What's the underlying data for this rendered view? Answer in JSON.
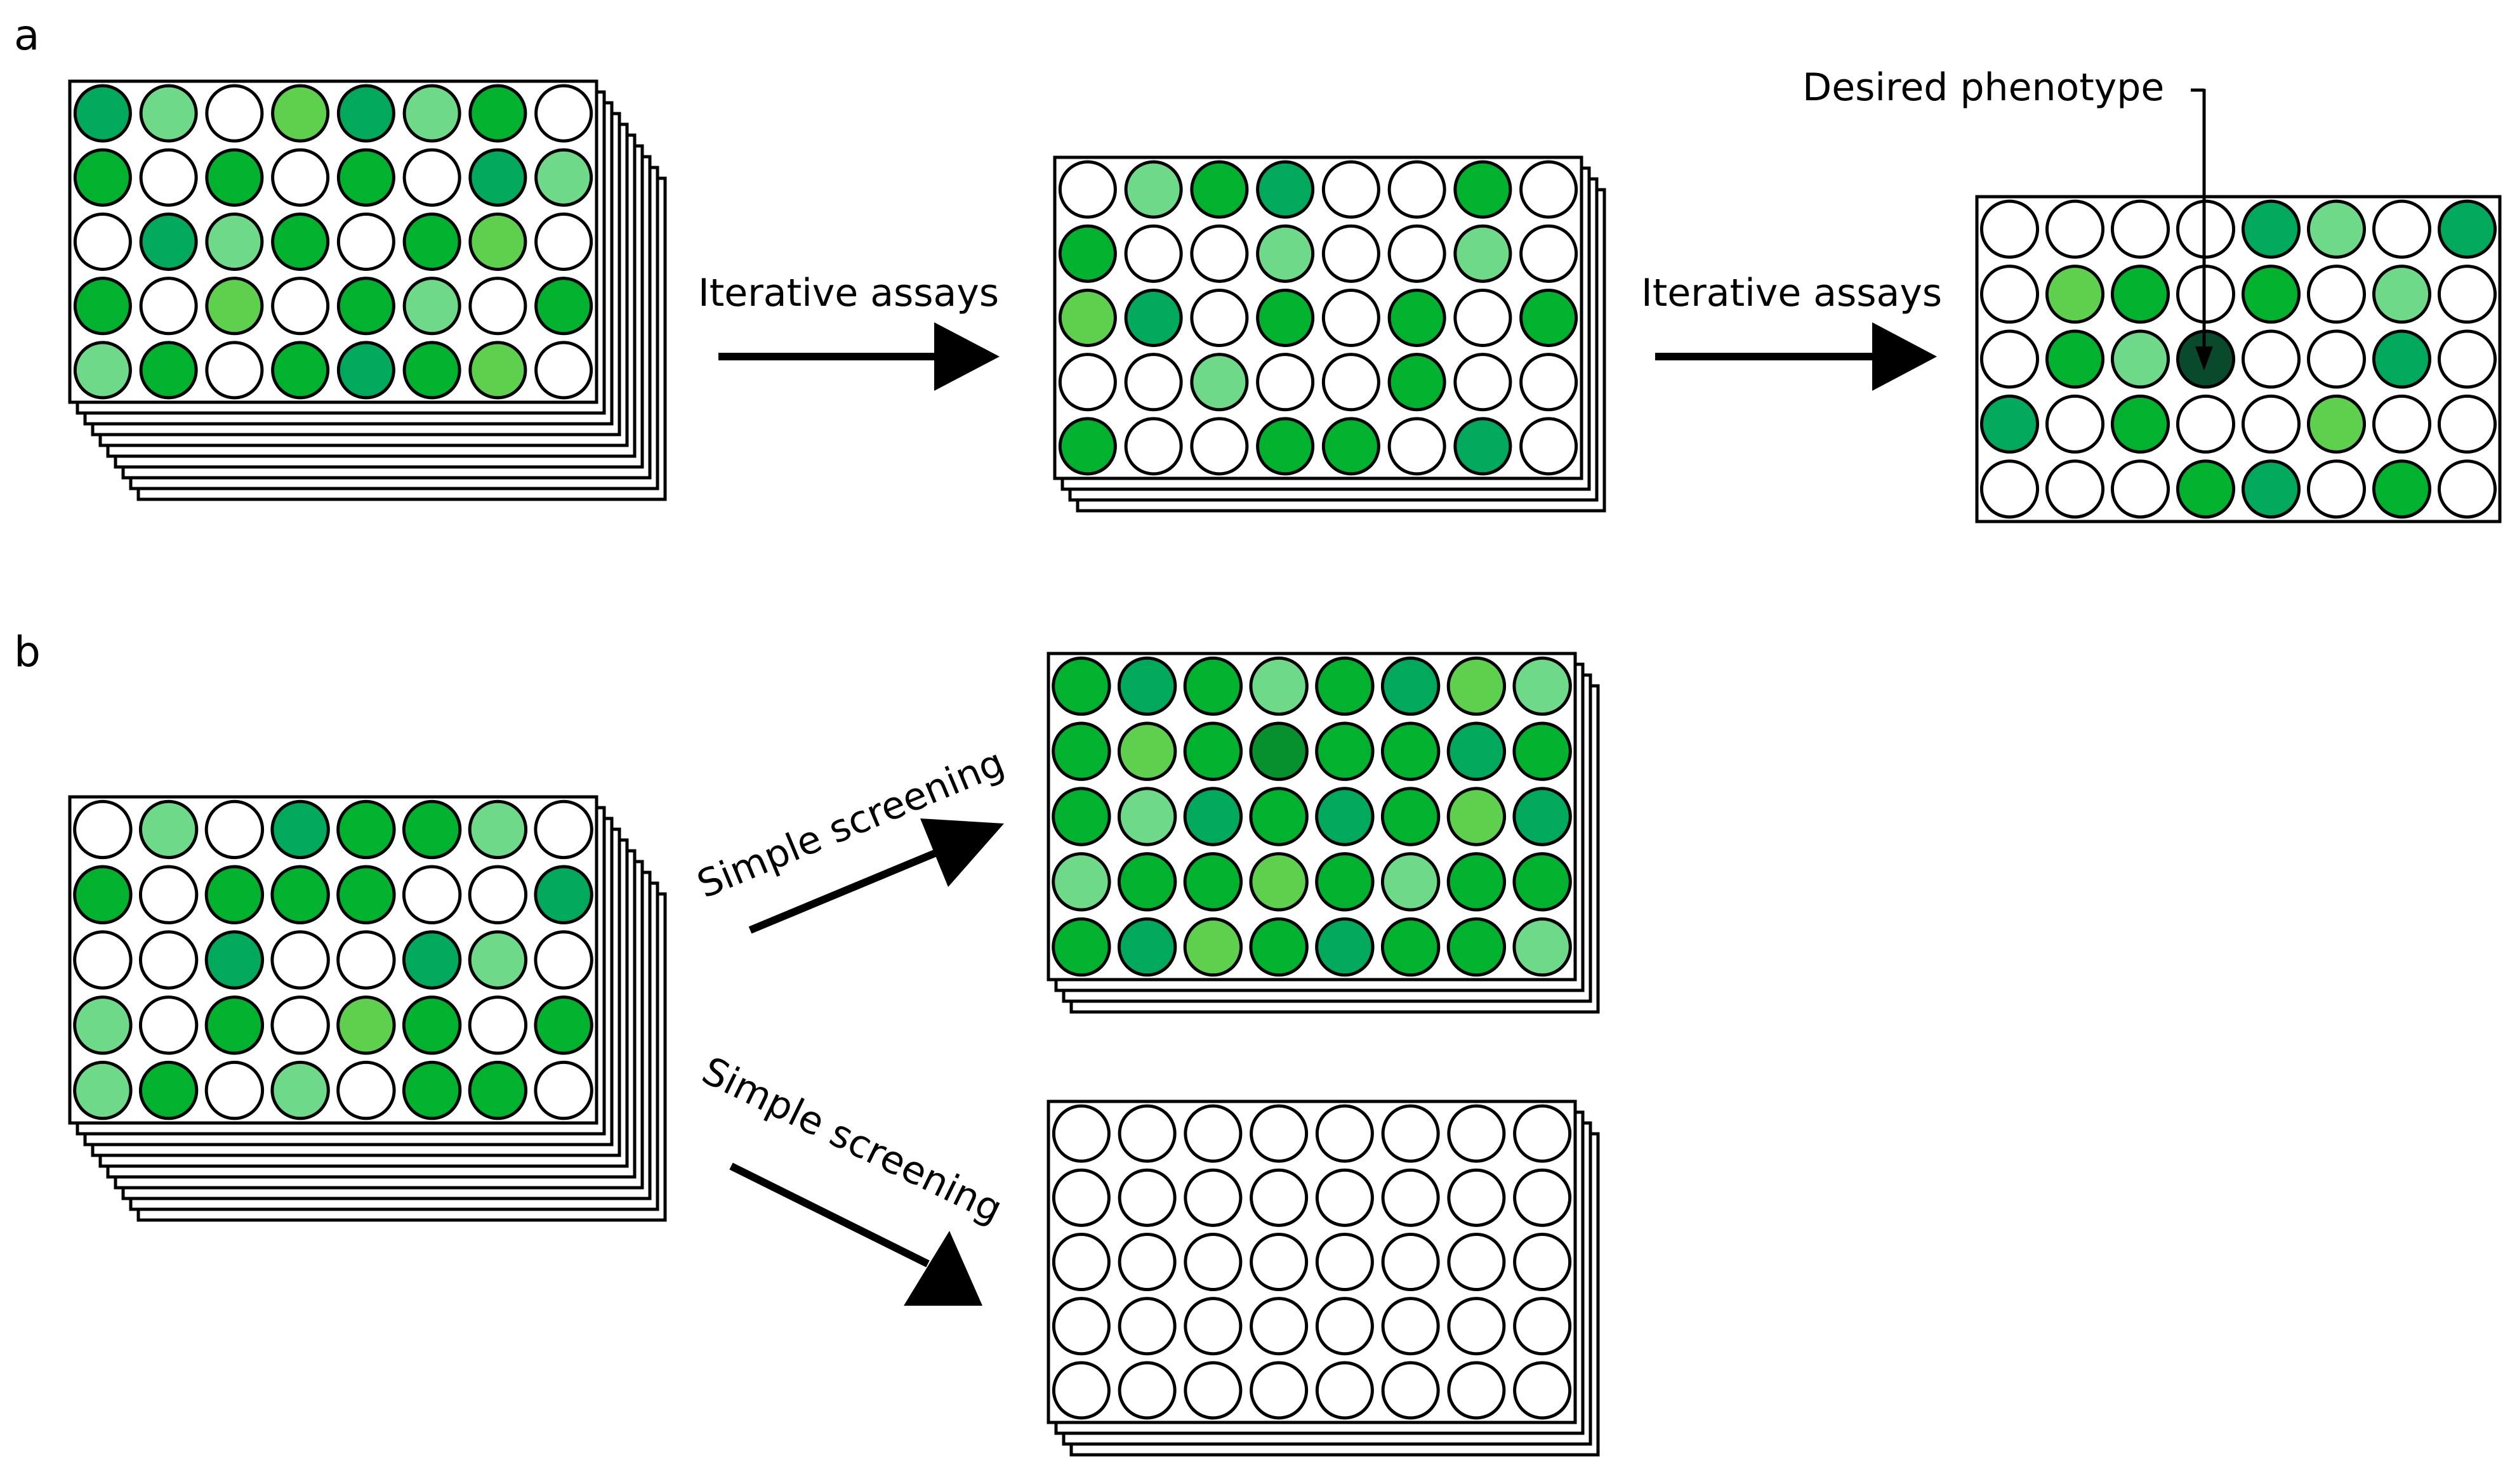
{
  "panels": {
    "a": {
      "label": "a",
      "arrow1_label": "Iterative assays",
      "arrow2_label": "Iterative assays",
      "annotation": "Desired phenotype",
      "plate1": {
        "stack_layers": 10,
        "wells": [
          [
            "G2",
            "G3",
            "W",
            "G4",
            "G2",
            "G3",
            "G1",
            "W"
          ],
          [
            "G1",
            "W",
            "G1",
            "W",
            "G1",
            "W",
            "G2",
            "G3"
          ],
          [
            "W",
            "G2",
            "G3",
            "G1",
            "W",
            "G1",
            "G4",
            "W"
          ],
          [
            "G1",
            "W",
            "G4",
            "W",
            "G1",
            "G3",
            "W",
            "G1"
          ],
          [
            "G3",
            "G1",
            "W",
            "G1",
            "G2",
            "G1",
            "G4",
            "W"
          ]
        ]
      },
      "plate2": {
        "stack_layers": 4,
        "wells": [
          [
            "W",
            "G3",
            "G1",
            "G2",
            "W",
            "W",
            "G1",
            "W"
          ],
          [
            "G1",
            "W",
            "W",
            "G3",
            "W",
            "W",
            "G3",
            "W"
          ],
          [
            "G4",
            "G2",
            "W",
            "G1",
            "W",
            "G1",
            "W",
            "G1"
          ],
          [
            "W",
            "W",
            "G3",
            "W",
            "W",
            "G1",
            "W",
            "W"
          ],
          [
            "G1",
            "W",
            "W",
            "G1",
            "G1",
            "W",
            "G2",
            "W"
          ]
        ]
      },
      "plate3": {
        "stack_layers": 1,
        "wells": [
          [
            "W",
            "W",
            "W",
            "W",
            "G2",
            "G3",
            "W",
            "G2"
          ],
          [
            "W",
            "G4",
            "G1",
            "W",
            "G1",
            "W",
            "G3",
            "W"
          ],
          [
            "W",
            "G1",
            "G3",
            "D",
            "W",
            "W",
            "G2",
            "W"
          ],
          [
            "G2",
            "W",
            "G1",
            "W",
            "W",
            "G4",
            "W",
            "W"
          ],
          [
            "W",
            "W",
            "W",
            "G1",
            "G2",
            "W",
            "G1",
            "W"
          ]
        ]
      }
    },
    "b": {
      "label": "b",
      "arrow_up_label": "Simple screening",
      "arrow_down_label": "Simple screening",
      "plate_source": {
        "stack_layers": 10,
        "wells": [
          [
            "W",
            "G3",
            "W",
            "G2",
            "G1",
            "G1",
            "G3",
            "W"
          ],
          [
            "G1",
            "W",
            "G1",
            "G1",
            "G1",
            "W",
            "W",
            "G2"
          ],
          [
            "W",
            "W",
            "G2",
            "W",
            "W",
            "G2",
            "G3",
            "W"
          ],
          [
            "G3",
            "W",
            "G1",
            "W",
            "G4",
            "G1",
            "W",
            "G1"
          ],
          [
            "G3",
            "G1",
            "W",
            "G3",
            "W",
            "G1",
            "G1",
            "W"
          ]
        ]
      },
      "plate_hits": {
        "stack_layers": 4,
        "wells": [
          [
            "G1",
            "G2",
            "G1",
            "G3",
            "G1",
            "G2",
            "G4",
            "G3"
          ],
          [
            "G1",
            "G4",
            "G1",
            "D2",
            "G1",
            "G1",
            "G2",
            "G1"
          ],
          [
            "G1",
            "G3",
            "G2",
            "G1",
            "G2",
            "G1",
            "G4",
            "G2"
          ],
          [
            "G3",
            "G1",
            "G1",
            "G4",
            "G1",
            "G3",
            "G1",
            "G1"
          ],
          [
            "G1",
            "G2",
            "G4",
            "G1",
            "G2",
            "G1",
            "G1",
            "G3"
          ]
        ]
      },
      "plate_empty": {
        "stack_layers": 4,
        "wells": [
          [
            "W",
            "W",
            "W",
            "W",
            "W",
            "W",
            "W",
            "W"
          ],
          [
            "W",
            "W",
            "W",
            "W",
            "W",
            "W",
            "W",
            "W"
          ],
          [
            "W",
            "W",
            "W",
            "W",
            "W",
            "W",
            "W",
            "W"
          ],
          [
            "W",
            "W",
            "W",
            "W",
            "W",
            "W",
            "W",
            "W"
          ],
          [
            "W",
            "W",
            "W",
            "W",
            "W",
            "W",
            "W",
            "W"
          ]
        ]
      }
    }
  },
  "colors": {
    "W": "#ffffff",
    "G1": "#00b22d",
    "G2": "#00a95b",
    "G3": "#6fd98a",
    "G4": "#5ed04e",
    "D": "#0a4a2c",
    "D2": "#06902e",
    "stroke": "#000000"
  }
}
